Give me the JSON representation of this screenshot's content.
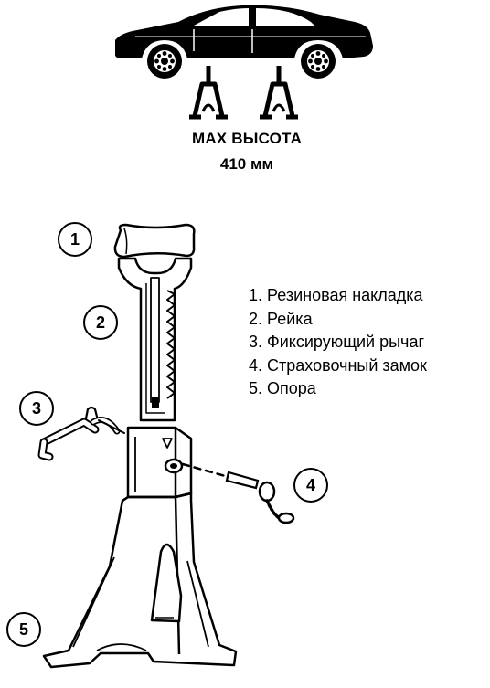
{
  "header": {
    "title": "MAX ВЫСОТА",
    "height": "410 мм"
  },
  "callouts": [
    "1",
    "2",
    "3",
    "4",
    "5"
  ],
  "legend": {
    "items": [
      "1. Резиновая накладка",
      "2. Рейка",
      "3. Фиксирующий рычаг",
      "4. Страховочный замок",
      "5. Опора"
    ]
  },
  "colors": {
    "ink": "#000000",
    "paper": "#ffffff"
  }
}
